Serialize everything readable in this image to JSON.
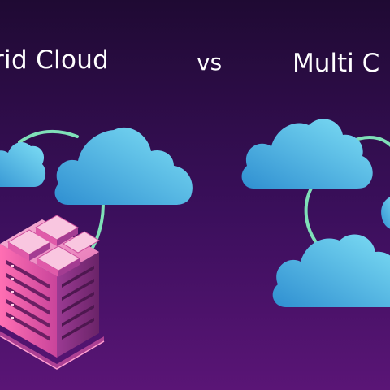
{
  "labels": {
    "left": "rid Cloud",
    "vs": "vs",
    "right": "Multi C"
  },
  "colors": {
    "background_top": "#1f0a33",
    "background_bottom": "#5a1576",
    "cloud_light": "#6fd3f2",
    "cloud_dark": "#2f8fd1",
    "connector": "#7fe0b8",
    "server_pink": "#d94fa6",
    "server_light": "#f3a0c9",
    "server_dark": "#7a2a73"
  },
  "icons": {
    "cloud": "cloud-icon",
    "server_stack": "server-stack-icon"
  }
}
